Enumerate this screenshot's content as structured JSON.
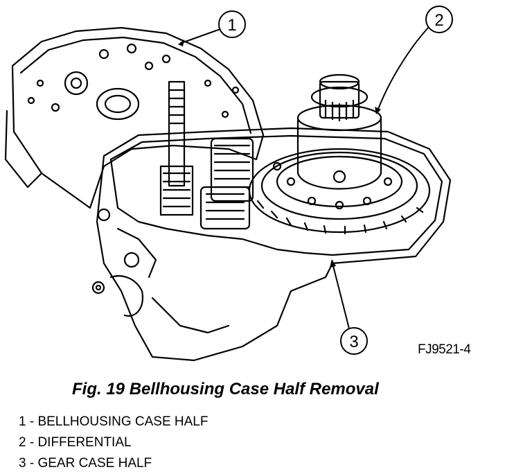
{
  "figure": {
    "code": "FJ9521-4",
    "callouts": [
      {
        "number": "1"
      },
      {
        "number": "2"
      },
      {
        "number": "3"
      }
    ]
  },
  "caption": "Fig. 19 Bellhousing Case Half Removal",
  "legend": [
    "1 - BELLHOUSING CASE HALF",
    "2 - DIFFERENTIAL",
    "3 - GEAR CASE HALF"
  ]
}
